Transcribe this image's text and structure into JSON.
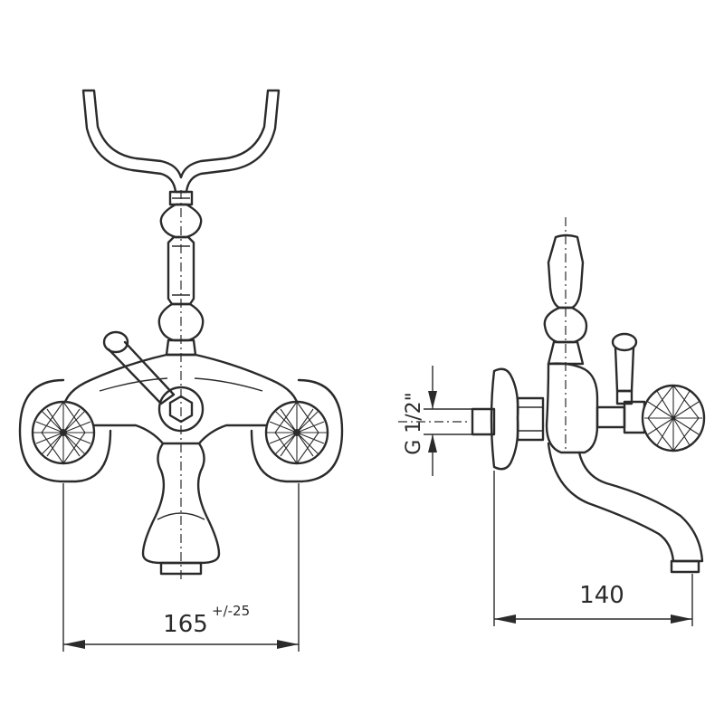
{
  "dimensions": {
    "width_label": "165",
    "width_tolerance": "+/-25",
    "depth_label": "140",
    "thread_label": "G 1/2\""
  },
  "colors": {
    "line": "#2b2b2b",
    "background": "#ffffff"
  }
}
